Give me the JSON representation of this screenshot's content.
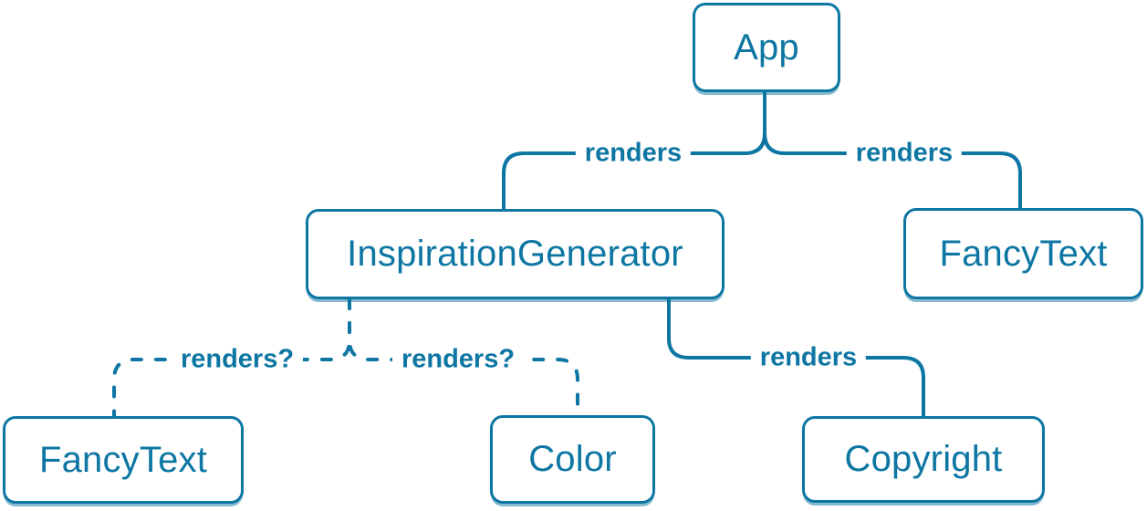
{
  "diagram": {
    "type": "component-render-tree",
    "nodes": [
      {
        "id": "app",
        "label": "App"
      },
      {
        "id": "inspiration-generator",
        "label": "InspirationGenerator"
      },
      {
        "id": "fancy-text-top",
        "label": "FancyText"
      },
      {
        "id": "fancy-text-bottom",
        "label": "FancyText"
      },
      {
        "id": "color",
        "label": "Color"
      },
      {
        "id": "copyright",
        "label": "Copyright"
      }
    ],
    "edges": [
      {
        "from": "App",
        "to": "InspirationGenerator",
        "label": "renders",
        "style": "solid"
      },
      {
        "from": "App",
        "to": "FancyText",
        "label": "renders",
        "style": "solid"
      },
      {
        "from": "InspirationGenerator",
        "to": "FancyText",
        "label": "renders?",
        "style": "dashed"
      },
      {
        "from": "InspirationGenerator",
        "to": "Color",
        "label": "renders?",
        "style": "dashed"
      },
      {
        "from": "InspirationGenerator",
        "to": "Copyright",
        "label": "renders",
        "style": "solid"
      }
    ]
  },
  "colors": {
    "accent": "#0d76a3",
    "node_fill": "#ffffff",
    "background": "#ffffff",
    "node_shadow": "rgba(13,118,163,0.5)"
  }
}
